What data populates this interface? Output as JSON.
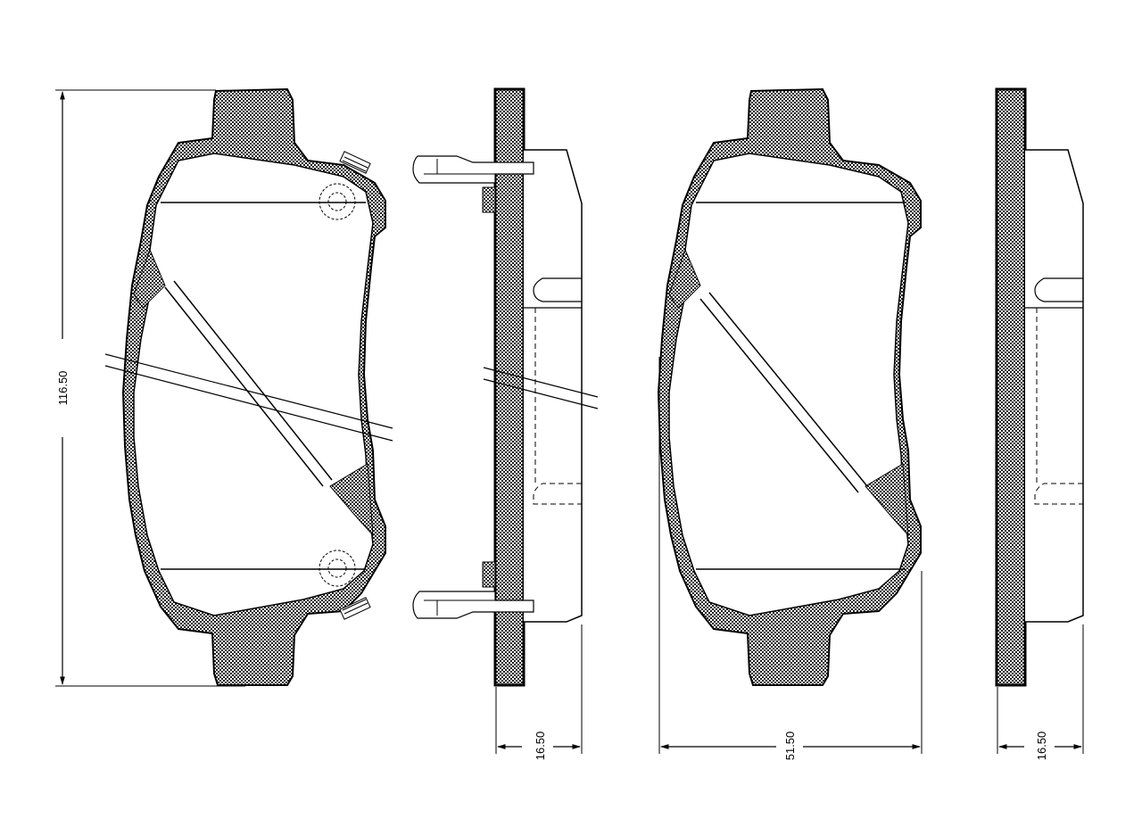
{
  "drawing": {
    "subject": "Brake pad set technical drawing",
    "views": [
      {
        "id": "pad-1-front",
        "label": "Pad 1 front view (with wear indicator clips)"
      },
      {
        "id": "pad-1-side",
        "label": "Pad 1 side view (with clips)"
      },
      {
        "id": "pad-2-front",
        "label": "Pad 2 front view"
      },
      {
        "id": "pad-2-side",
        "label": "Pad 2 side view"
      }
    ],
    "dimensions": {
      "height": "116.50",
      "thickness_1": "16.50",
      "width": "51.50",
      "thickness_2": "16.50"
    },
    "colors": {
      "line": "#000000",
      "background": "#ffffff",
      "hatch": "#555555"
    }
  }
}
